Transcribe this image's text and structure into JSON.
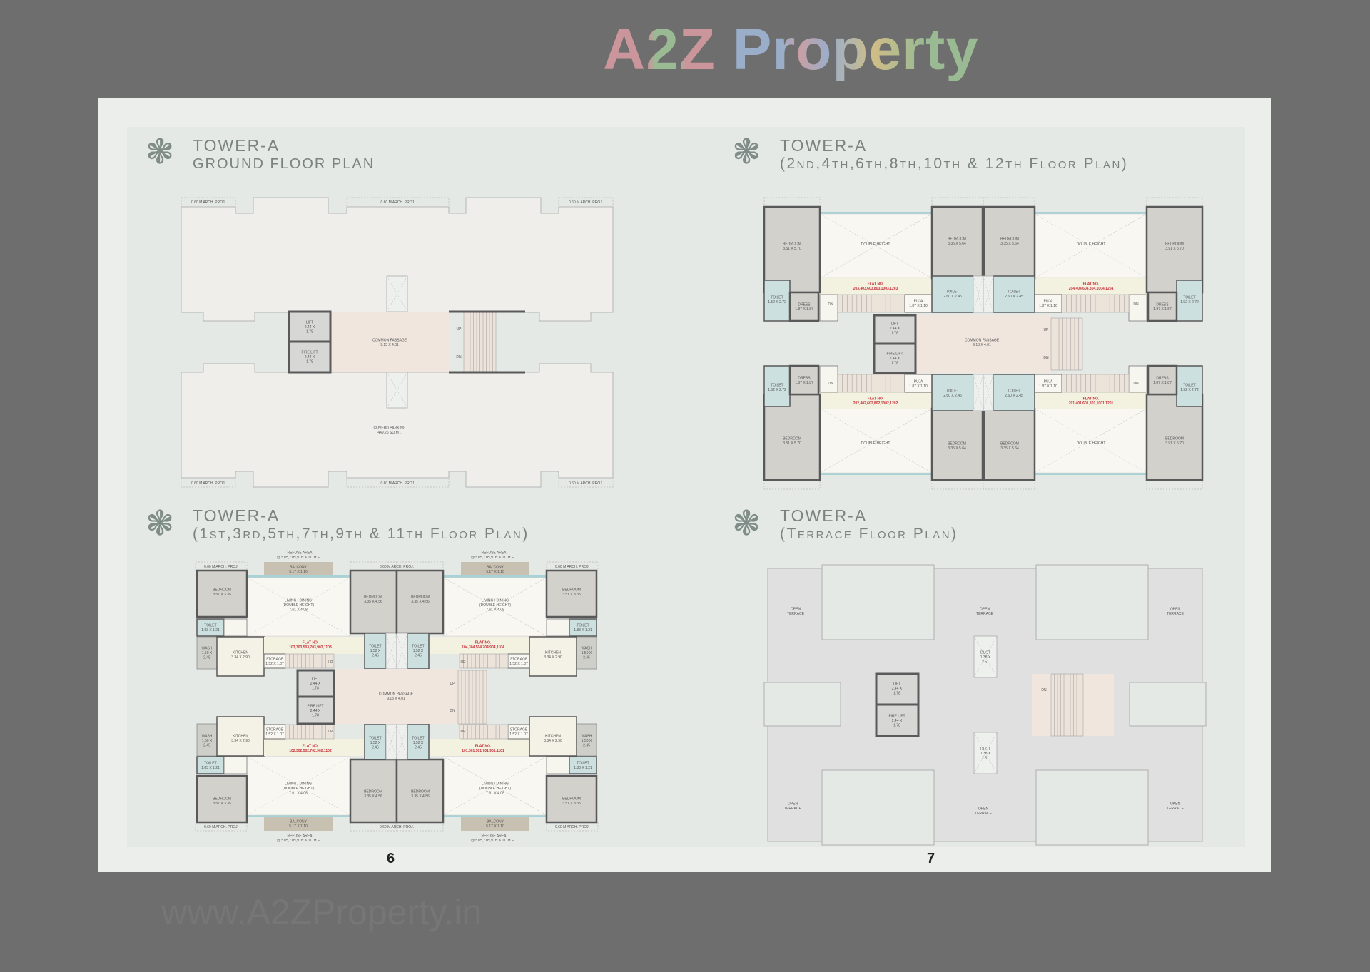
{
  "page": {
    "left_number": "6",
    "right_number": "7"
  },
  "watermark": {
    "logo": "A2Z Property",
    "url": "www.A2ZProperty.in"
  },
  "plans": [
    {
      "title": "TOWER-A",
      "subtitle": "GROUND FLOOR PLAN",
      "arch_proj": "0.60 M ARCH. PROJ.",
      "lift": {
        "name": "LIFT",
        "s1": "2.44 X",
        "s2": "1.78"
      },
      "fire_lift": {
        "name": "FIRE LIFT",
        "s1": "2.44 X",
        "s2": "1.78"
      },
      "passage": {
        "name": "COMMON PASSAGE",
        "size": "9.13 X 4.01"
      },
      "up": "UP",
      "dn": "DN",
      "parking": {
        "name": "COVERD PARKING",
        "size": "449.26 SQ.MT."
      }
    },
    {
      "title": "TOWER-A",
      "subtitle": "(2nd,4th,6th,8th,10th & 12th Floor Plan)",
      "flat_label": "FLAT NO.",
      "flats": [
        "203,403,603,803,1003,1203",
        "204,404,604,804,1004,1204",
        "202,402,602,802,1002,1202",
        "201,401,601,801,1001,1201"
      ],
      "rooms": {
        "bedroom_outer": {
          "name": "BEDROOM",
          "size": "3.51 X 5.70"
        },
        "bedroom_inner": {
          "name": "BEDROOM",
          "size": "3.35 X 5.64"
        },
        "toilet_outer": {
          "name": "TOILET",
          "size": "1.52 X 2.72"
        },
        "dress": {
          "name": "DRESS",
          "size": "1.87 X 1.87"
        },
        "double_height": {
          "name": "DOUBLE HEIGHT"
        },
        "puja": {
          "name": "PUJA",
          "size": "1.87 X 1.10"
        },
        "toilet_inner": {
          "name": "TOILET",
          "size": "2.60 X 2.45"
        }
      },
      "lift": {
        "name": "LIFT",
        "s1": "2.44 X",
        "s2": "1.78"
      },
      "fire_lift": {
        "name": "FIRE LIFT",
        "s1": "2.44 X",
        "s2": "1.78"
      },
      "passage": {
        "name": "COMMON PASSAGE",
        "size": "9.13 X 4.01"
      },
      "up": "UP",
      "dn": "DN"
    },
    {
      "title": "TOWER-A",
      "subtitle": "(1st,3rd,5th,7th,9th & 11th Floor Plan)",
      "flat_label": "FLAT NO.",
      "flats": [
        "103,303,503,703,903,1103",
        "104,304,504,704,904,1104",
        "102,302,502,702,902,1102",
        "101,301,501,701,901,1101"
      ],
      "arch_proj": "0.60 M ARCH. PROJ.",
      "rooms": {
        "bedroom_outer": {
          "name": "BEDROOM",
          "size": "3.51 X 3.35"
        },
        "bedroom_inner": {
          "name": "BEDROOM",
          "size": "3.35 X 4.56"
        },
        "living": {
          "name": "LIVING / DINING",
          "sub": "(DOUBLE HEIGHT)",
          "size": "7.61 X 4.08"
        },
        "toilet_outer": {
          "name": "TOILET",
          "size": "1.83 X 1.21"
        },
        "wash": {
          "name": "WASH",
          "s1": "1.50 X",
          "s2": "2.45"
        },
        "kitchen": {
          "name": "KITCHEN",
          "size": "3.34 X 2.90"
        },
        "storage": {
          "name": "STORAGE",
          "size": "1.52 X 1.07"
        },
        "toilet_inner": {
          "name": "TOILET",
          "s1": "1.52 X",
          "s2": "2.45"
        },
        "balcony": {
          "name": "BALCONY",
          "size": "5.17 X 1.10"
        },
        "refuse": {
          "name": "REFUSE AREA",
          "note": "@ 5TH,7TH,9TH & 11TH FL."
        }
      },
      "lift": {
        "name": "LIFT",
        "s1": "2.44 X",
        "s2": "1.78"
      },
      "fire_lift": {
        "name": "FIRE LIFT",
        "s1": "2.44 X",
        "s2": "1.78"
      },
      "passage": {
        "name": "COMMON PASSAGE",
        "size": "9.13 X 4.01"
      },
      "up": "UP",
      "dn": "DN"
    },
    {
      "title": "TOWER-A",
      "subtitle": "(Terrace Floor Plan)",
      "open_terrace": {
        "l1": "OPEN",
        "l2": "TERRACE"
      },
      "duct": {
        "name": "DUCT",
        "s1": "1.38 X",
        "s2": "2.51"
      },
      "lift": {
        "name": "LIFT",
        "s1": "2.44 X",
        "s2": "1.78"
      },
      "fire_lift": {
        "name": "FIRE LIFT",
        "s1": "2.44 X",
        "s2": "1.78"
      },
      "dn": "DN"
    }
  ]
}
